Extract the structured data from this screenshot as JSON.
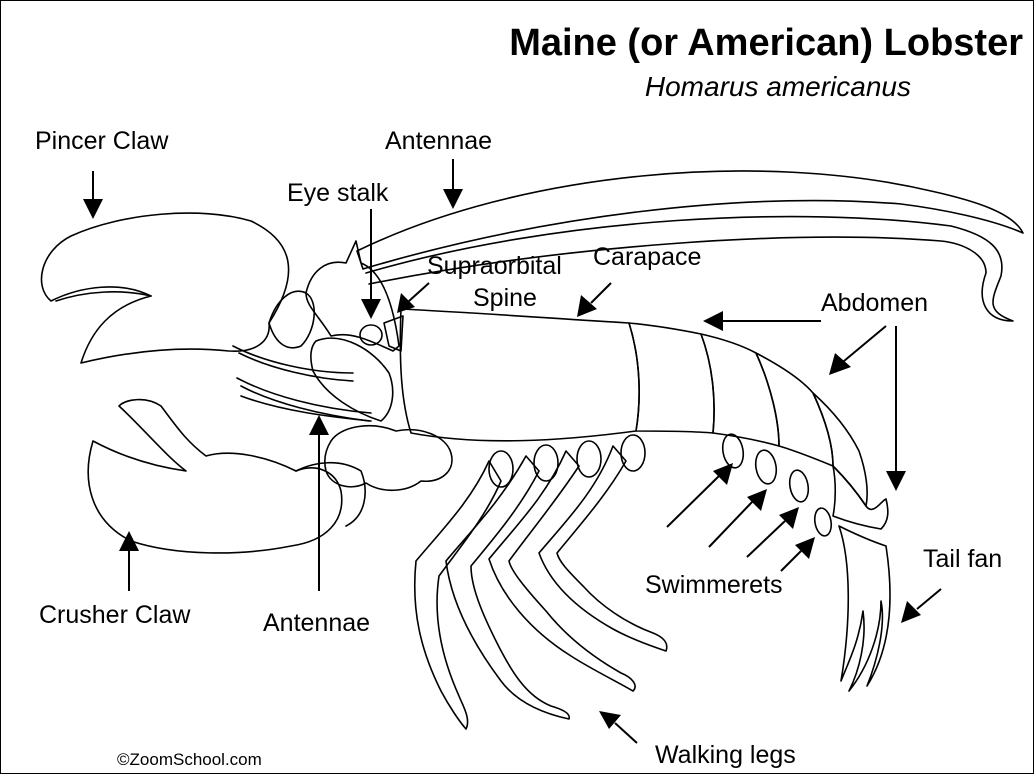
{
  "title": "Maine (or American) Lobster",
  "scientific_name": "Homarus americanus",
  "credit": "©ZoomSchool.com",
  "labels": {
    "pincer_claw": "Pincer Claw",
    "antennae_top": "Antennae",
    "eye_stalk": "Eye stalk",
    "supraorbital": "Supraorbital",
    "spine": "Spine",
    "carapace": "Carapace",
    "abdomen": "Abdomen",
    "crusher_claw": "Crusher Claw",
    "antennae_bottom": "Antennae",
    "swimmerets": "Swimmerets",
    "tail_fan": "Tail fan",
    "walking_legs": "Walking legs"
  }
}
